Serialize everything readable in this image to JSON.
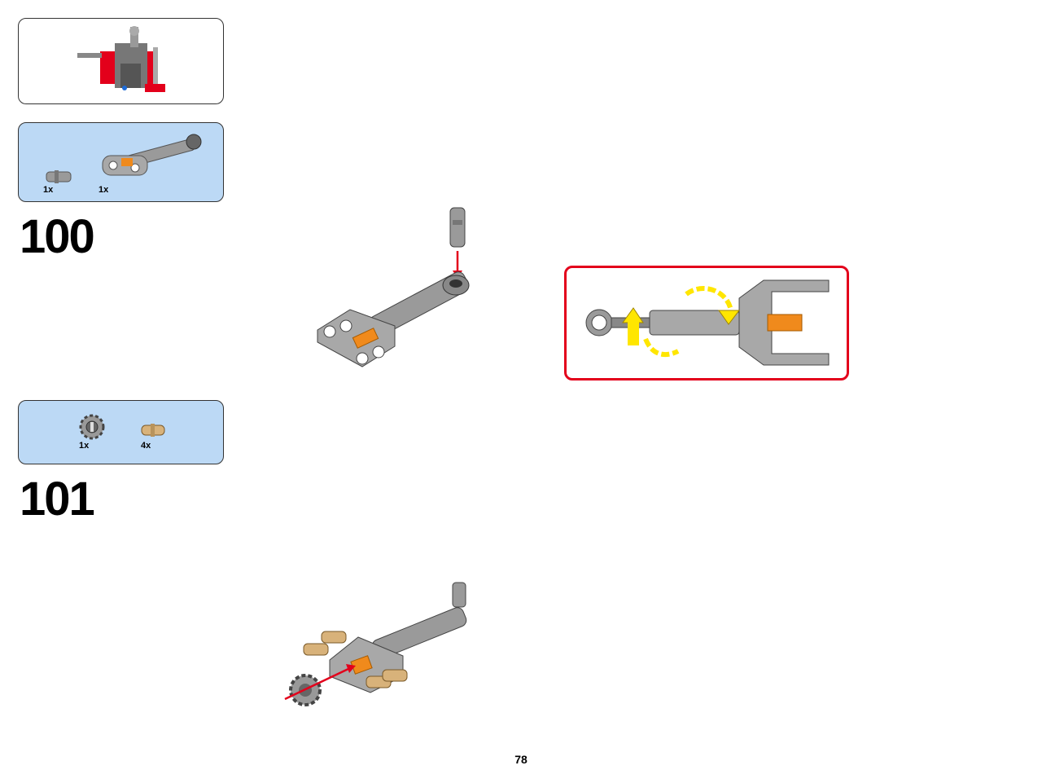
{
  "page_number": "78",
  "steps": [
    {
      "number": "100",
      "parts": [
        {
          "name": "pin",
          "qty": "1x"
        },
        {
          "name": "steering-arm",
          "qty": "1x"
        }
      ]
    },
    {
      "number": "101",
      "parts": [
        {
          "name": "gear",
          "qty": "1x"
        },
        {
          "name": "tan-pin",
          "qty": "4x"
        }
      ]
    }
  ],
  "colors": {
    "callout_border": "#e3001b",
    "parts_panel_bg": "#bcd9f5",
    "part_gray": "#9a9a9a",
    "axle_orange": "#f08a1c",
    "arrow_red": "#e3001b",
    "rotate_yellow": "#ffe600",
    "pin_tan": "#d8b27a"
  },
  "icons": [
    "submodel-thumbnail",
    "pin-icon",
    "steering-arm-icon",
    "gear-icon",
    "tan-pin-icon",
    "rotate-arrow-icon",
    "insert-arrow-icon"
  ]
}
